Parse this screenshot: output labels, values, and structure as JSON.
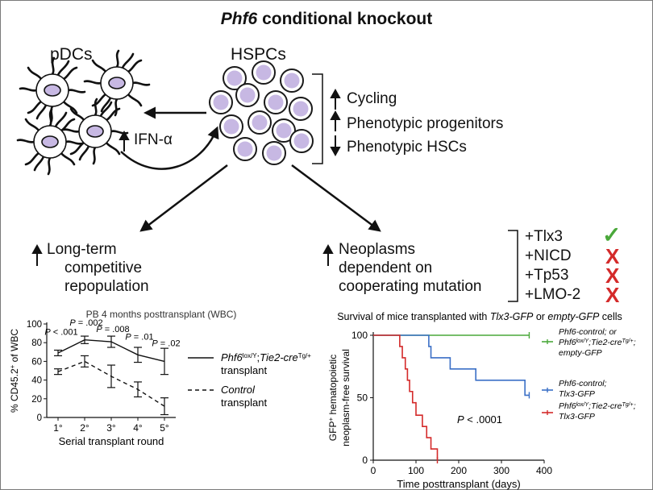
{
  "title_italic": "Phf6",
  "title_rest": " conditional knockout",
  "pdcs_label": "pDCs",
  "hspcs_label": "HSPCs",
  "ifn_label": "IFN-α",
  "effects": [
    "Cycling",
    "Phenotypic progenitors",
    "Phenotypic HSCs"
  ],
  "longterm_lines": [
    "Long-term",
    "competitive",
    "repopulation"
  ],
  "neoplasm_lines": [
    "Neoplasms",
    "dependent on",
    "cooperating mutation"
  ],
  "mutations": [
    {
      "label": "+Tlx3",
      "result": "✓"
    },
    {
      "label": "+NICD",
      "result": "X"
    },
    {
      "label": "+Tp53",
      "result": "X"
    },
    {
      "label": "+LMO-2",
      "result": "X"
    }
  ],
  "colors": {
    "cell_fill": "#c7b8e3",
    "cell_stroke": "#1a1a1a",
    "green": "#4aa83a",
    "red": "#d42a2a",
    "blue": "#3a6fc6"
  },
  "chart_data": [
    {
      "type": "line",
      "title": "PB 4 months posttransplant (WBC)",
      "xlabel": "Serial transplant round",
      "ylabel": "% CD45.2+ of WBC",
      "categories": [
        "1°",
        "2°",
        "3°",
        "4°",
        "5°"
      ],
      "ylim": [
        0,
        100
      ],
      "yticks": [
        0,
        20,
        40,
        60,
        80,
        100
      ],
      "series": [
        {
          "values": [
            69,
            83,
            81,
            67,
            60
          ],
          "errors": [
            3,
            4,
            6,
            8,
            14
          ],
          "style": "solid"
        },
        {
          "values": [
            49,
            60,
            44,
            30,
            12
          ],
          "errors": [
            3,
            6,
            12,
            8,
            9
          ],
          "style": "dashed"
        }
      ],
      "legend": [
        {
          "line1_a": "Phf6",
          "line1_sup1": "lox/Y",
          "line1_b": ";",
          "line1_c": "Tie2-cre",
          "line1_sup2": "Tg/+",
          "line2": "transplant",
          "style": "solid"
        },
        {
          "line1_c": "Control",
          "line2": "transplant",
          "style": "dashed"
        }
      ],
      "annotations": [
        {
          "text": "P < .001",
          "category": 0,
          "y": 90
        },
        {
          "text": "P = .002",
          "category": 1,
          "y": 100
        },
        {
          "text": "P = .008",
          "category": 2,
          "y": 93
        },
        {
          "text": "P = .01",
          "category": 3,
          "y": 85
        },
        {
          "text": "P = .02",
          "category": 4,
          "y": 78
        }
      ]
    },
    {
      "type": "line",
      "title_parts": [
        "Survival of mice transplanted with ",
        "Tlx3-GFP",
        " or ",
        "empty-GFP",
        " cells"
      ],
      "xlabel": "Time posttransplant (days)",
      "ylabel_lines": [
        "GFP+ hematopoietic",
        "neoplasm-free survival"
      ],
      "xlim": [
        0,
        400
      ],
      "xticks": [
        0,
        100,
        200,
        300,
        400
      ],
      "ylim": [
        0,
        100
      ],
      "yticks": [
        0,
        50,
        100
      ],
      "annotation": "P < .0001",
      "series": [
        {
          "color": "#4aa83a",
          "points": [
            [
              0,
              100
            ],
            [
              365,
              100
            ]
          ]
        },
        {
          "color": "#3a6fc6",
          "points": [
            [
              0,
              100
            ],
            [
              130,
              100
            ],
            [
              130,
              91
            ],
            [
              135,
              91
            ],
            [
              135,
              82
            ],
            [
              180,
              82
            ],
            [
              180,
              73
            ],
            [
              240,
              73
            ],
            [
              240,
              64
            ],
            [
              355,
              64
            ],
            [
              355,
              52
            ],
            [
              365,
              52
            ]
          ]
        },
        {
          "color": "#d42a2a",
          "points": [
            [
              0,
              100
            ],
            [
              62,
              100
            ],
            [
              62,
              91
            ],
            [
              68,
              91
            ],
            [
              68,
              82
            ],
            [
              75,
              82
            ],
            [
              75,
              73
            ],
            [
              80,
              73
            ],
            [
              80,
              64
            ],
            [
              85,
              64
            ],
            [
              85,
              55
            ],
            [
              92,
              55
            ],
            [
              92,
              46
            ],
            [
              100,
              46
            ],
            [
              100,
              36
            ],
            [
              115,
              36
            ],
            [
              115,
              27
            ],
            [
              125,
              27
            ],
            [
              125,
              18
            ],
            [
              135,
              18
            ],
            [
              135,
              9
            ],
            [
              150,
              9
            ],
            [
              150,
              0
            ]
          ]
        }
      ],
      "legend": [
        {
          "lines": [
            [
              "Phf6-control; or",
              "i"
            ],
            [
              "Phf6lox/Y;Tie2-creTg/+;",
              "i"
            ],
            [
              "empty-GFP",
              "i"
            ]
          ],
          "color": "#4aa83a"
        },
        {
          "lines": [
            [
              "Phf6-control;",
              "i"
            ],
            [
              "Tlx3-GFP",
              "i"
            ]
          ],
          "color": "#3a6fc6"
        },
        {
          "lines": [
            [
              "Phf6lox/Y;Tie2-creTg/+;",
              "i"
            ],
            [
              "Tlx3-GFP",
              "i"
            ]
          ],
          "color": "#d42a2a"
        }
      ]
    }
  ]
}
